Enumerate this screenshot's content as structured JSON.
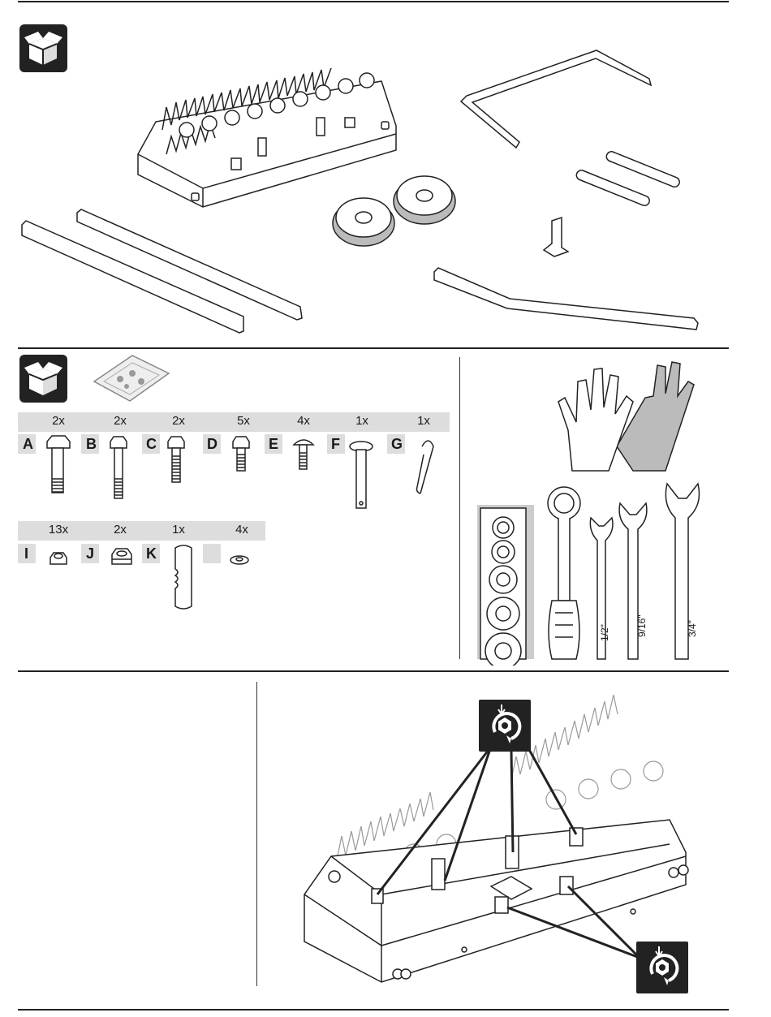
{
  "hardware": {
    "row1": [
      {
        "letter": "A",
        "qty": "2x"
      },
      {
        "letter": "B",
        "qty": "2x"
      },
      {
        "letter": "C",
        "qty": "2x"
      },
      {
        "letter": "D",
        "qty": "5x"
      },
      {
        "letter": "E",
        "qty": "4x"
      },
      {
        "letter": "F",
        "qty": "1x"
      },
      {
        "letter": "G",
        "qty": "1x"
      }
    ],
    "row2": [
      {
        "letter": "I",
        "qty": "13x"
      },
      {
        "letter": "J",
        "qty": "2x"
      },
      {
        "letter": "K",
        "qty": "1x"
      },
      {
        "letter": "",
        "qty": "4x"
      }
    ]
  },
  "tools": {
    "wrench_sizes": [
      "1/2\"",
      "9/16\"",
      "3/4\""
    ]
  },
  "icons": {
    "box_icon": "open-box-icon",
    "tighten_icon": "tighten-nut-icon"
  }
}
